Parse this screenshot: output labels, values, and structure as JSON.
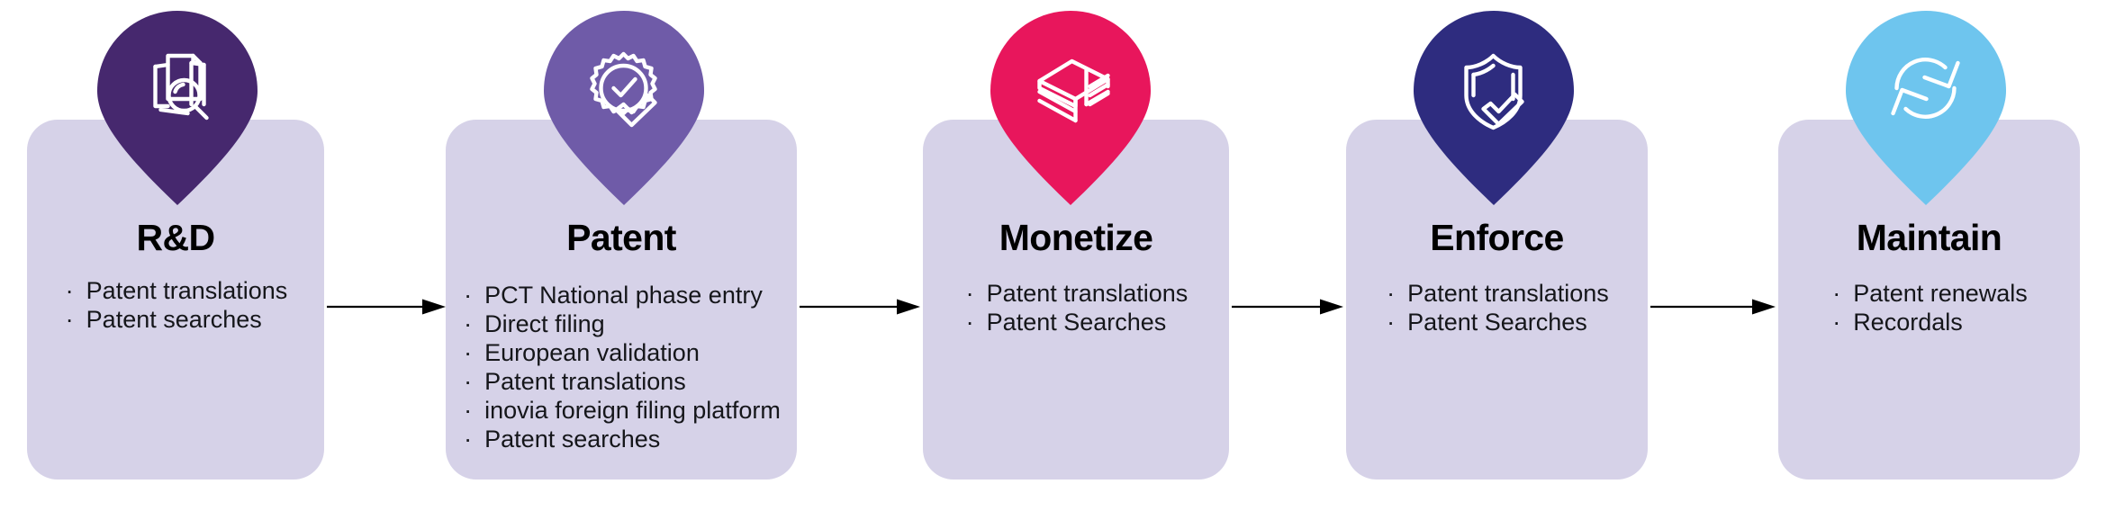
{
  "diagram": {
    "type": "process-flow",
    "orientation": "horizontal",
    "stage_count": 5,
    "card_background": "#d6d2e8",
    "arrow_color": "#000000"
  },
  "stages": [
    {
      "id": "rd",
      "title": "R&D",
      "icon": "documents-magnifier-icon",
      "pin_color": "#46286e",
      "items": [
        "Patent translations",
        "Patent searches"
      ]
    },
    {
      "id": "patent",
      "title": "Patent",
      "icon": "certified-badge-check-icon",
      "pin_color": "#6f5ba8",
      "items": [
        "PCT National phase entry",
        "Direct filing",
        "European validation",
        "Patent translations",
        "inovia foreign filing platform",
        "Patent searches"
      ]
    },
    {
      "id": "monetize",
      "title": "Monetize",
      "icon": "money-stack-icon",
      "pin_color": "#e8165c",
      "items": [
        "Patent translations",
        "Patent Searches"
      ]
    },
    {
      "id": "enforce",
      "title": "Enforce",
      "icon": "shield-check-icon",
      "pin_color": "#2e2c7f",
      "items": [
        "Patent translations",
        "Patent Searches"
      ]
    },
    {
      "id": "maintain",
      "title": "Maintain",
      "icon": "refresh-cycle-icon",
      "pin_color": "#6ec5ee",
      "items": [
        "Patent renewals",
        "Recordals"
      ]
    }
  ],
  "connectors": [
    {
      "from": "rd",
      "to": "patent",
      "icon": "arrow-right-icon"
    },
    {
      "from": "patent",
      "to": "monetize",
      "icon": "arrow-right-icon"
    },
    {
      "from": "monetize",
      "to": "enforce",
      "icon": "arrow-right-icon"
    },
    {
      "from": "enforce",
      "to": "maintain",
      "icon": "arrow-right-icon"
    }
  ],
  "bullet_glyph": "·"
}
